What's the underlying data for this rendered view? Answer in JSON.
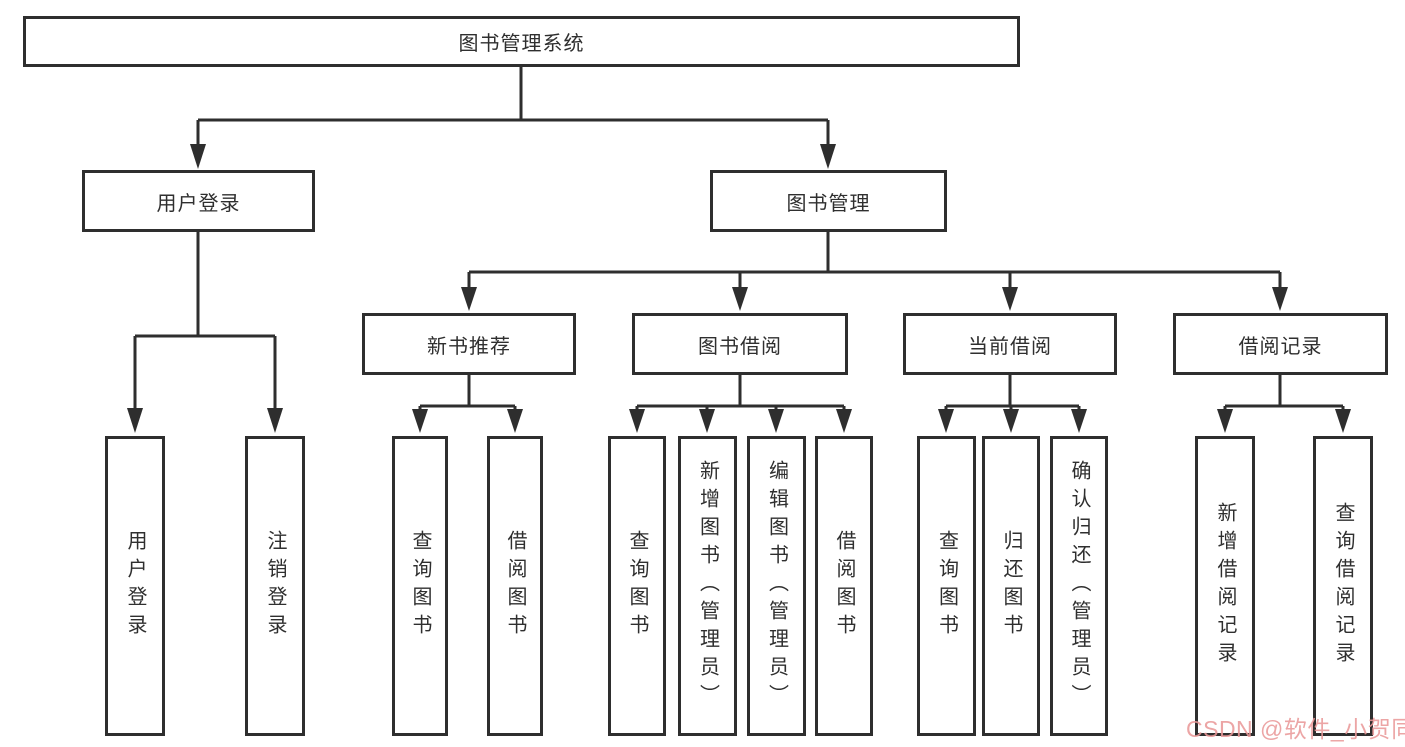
{
  "diagram": {
    "root": {
      "label": "图书管理系统"
    },
    "branches": [
      {
        "label": "用户登录",
        "leaves": [
          {
            "label": "用户登录"
          },
          {
            "label": "注销登录"
          }
        ]
      },
      {
        "label": "图书管理",
        "groups": [
          {
            "label": "新书推荐",
            "leaves": [
              {
                "label": "查询图书"
              },
              {
                "label": "借阅图书"
              }
            ]
          },
          {
            "label": "图书借阅",
            "leaves": [
              {
                "label": "查询图书"
              },
              {
                "label": "新增图书（管理员）"
              },
              {
                "label": "编辑图书（管理员）"
              },
              {
                "label": "借阅图书"
              }
            ]
          },
          {
            "label": "当前借阅",
            "leaves": [
              {
                "label": "查询图书"
              },
              {
                "label": "归还图书"
              },
              {
                "label": "确认归还（管理员）"
              }
            ]
          },
          {
            "label": "借阅记录",
            "leaves": [
              {
                "label": "新增借阅记录"
              },
              {
                "label": "查询借阅记录"
              }
            ]
          }
        ]
      }
    ]
  },
  "watermark": {
    "text": "CSDN @软件_小贺同学",
    "color": "#e99898"
  },
  "colors": {
    "line": "#2e2e2e",
    "box_background": "#ffffff",
    "text": "#2f2f2f"
  }
}
